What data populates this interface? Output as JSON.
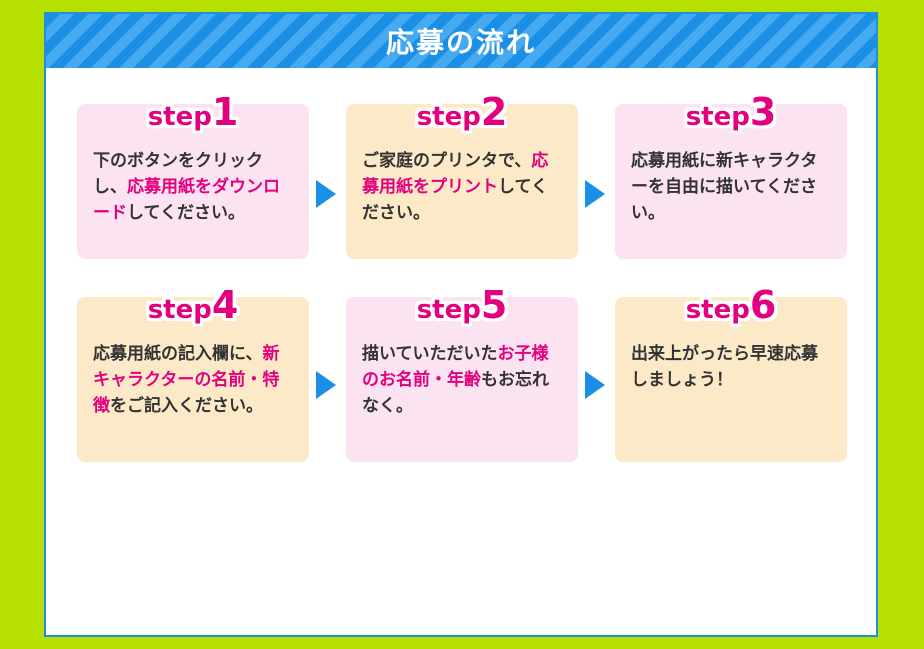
{
  "header": {
    "title": "応募の流れ"
  },
  "steps": [
    {
      "word": "step",
      "num": "1",
      "t1": "下のボタンをクリックし、",
      "hl": "応募用紙をダウンロード",
      "t2": "してください。"
    },
    {
      "word": "step",
      "num": "2",
      "t1": "ご家庭のプリンタで、",
      "hl": "応募用紙をプリント",
      "t2": "してください。"
    },
    {
      "word": "step",
      "num": "3",
      "t1": "応募用紙に新キャラクターを自由に描いてください。",
      "hl": "",
      "t2": ""
    },
    {
      "word": "step",
      "num": "4",
      "t1": "応募用紙の記入欄に、",
      "hl": "新キャラクターの名前・特徴",
      "t2": "をご記入ください。"
    },
    {
      "word": "step",
      "num": "5",
      "t1": "描いていただいた",
      "hl": "お子様のお名前・年齢",
      "t2": "もお忘れなく。"
    },
    {
      "word": "step",
      "num": "6",
      "t1": "出来上がったら早速応募しましょう！",
      "hl": "",
      "t2": ""
    }
  ],
  "colors": {
    "accent": "#e3007f",
    "blue": "#1b8fe6",
    "lime": "#b6e000"
  }
}
